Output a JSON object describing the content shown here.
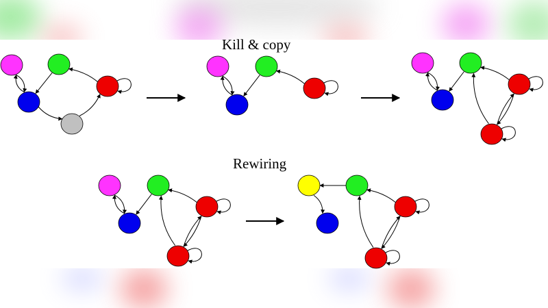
{
  "headings": {
    "kill_copy": "Kill & copy",
    "rewiring": "Rewiring"
  },
  "colors": {
    "magenta": "#ff33ff",
    "green": "#22ee22",
    "red": "#ee0000",
    "blue": "#0000ee",
    "gray": "#c0c0c0",
    "yellow": "#ffff00",
    "edge": "#000000"
  },
  "graphs": [
    {
      "name": "kill-copy-before",
      "nodes": [
        "magenta",
        "green",
        "blue",
        "red",
        "gray"
      ],
      "edges": [
        [
          "magenta",
          "blue"
        ],
        [
          "blue",
          "magenta"
        ],
        [
          "green",
          "blue"
        ],
        [
          "red",
          "green"
        ],
        [
          "red",
          "red"
        ],
        [
          "blue",
          "gray"
        ],
        [
          "gray",
          "red"
        ]
      ]
    },
    {
      "name": "kill-copy-middle",
      "nodes": [
        "magenta",
        "green",
        "blue",
        "red"
      ],
      "edges": [
        [
          "magenta",
          "blue"
        ],
        [
          "blue",
          "magenta"
        ],
        [
          "green",
          "blue"
        ],
        [
          "red",
          "green"
        ],
        [
          "red",
          "red"
        ]
      ]
    },
    {
      "name": "kill-copy-after",
      "nodes": [
        "magenta",
        "green",
        "blue",
        "red",
        "red"
      ],
      "edges": [
        [
          "magenta",
          "blue"
        ],
        [
          "blue",
          "magenta"
        ],
        [
          "green",
          "blue"
        ],
        [
          "red",
          "green"
        ],
        [
          "red",
          "red"
        ],
        [
          "red2",
          "green"
        ],
        [
          "red2",
          "red"
        ],
        [
          "red",
          "red2"
        ],
        [
          "red2",
          "red2"
        ]
      ]
    },
    {
      "name": "rewiring-before",
      "nodes": [
        "magenta",
        "green",
        "blue",
        "red",
        "red"
      ],
      "edges": [
        [
          "magenta",
          "blue"
        ],
        [
          "blue",
          "magenta"
        ],
        [
          "green",
          "blue"
        ],
        [
          "red",
          "green"
        ],
        [
          "red",
          "red"
        ],
        [
          "red2",
          "green"
        ],
        [
          "red2",
          "red"
        ],
        [
          "red",
          "red2"
        ],
        [
          "red2",
          "red2"
        ]
      ]
    },
    {
      "name": "rewiring-after",
      "nodes": [
        "yellow",
        "green",
        "blue",
        "red",
        "red"
      ],
      "edges": [
        [
          "green",
          "yellow"
        ],
        [
          "yellow",
          "blue"
        ],
        [
          "red",
          "green"
        ],
        [
          "red",
          "red"
        ],
        [
          "red2",
          "green"
        ],
        [
          "red2",
          "red"
        ],
        [
          "red",
          "red2"
        ],
        [
          "red2",
          "red2"
        ]
      ]
    }
  ],
  "transitions": [
    "kill-copy-step-1",
    "kill-copy-step-2",
    "rewiring-step"
  ]
}
